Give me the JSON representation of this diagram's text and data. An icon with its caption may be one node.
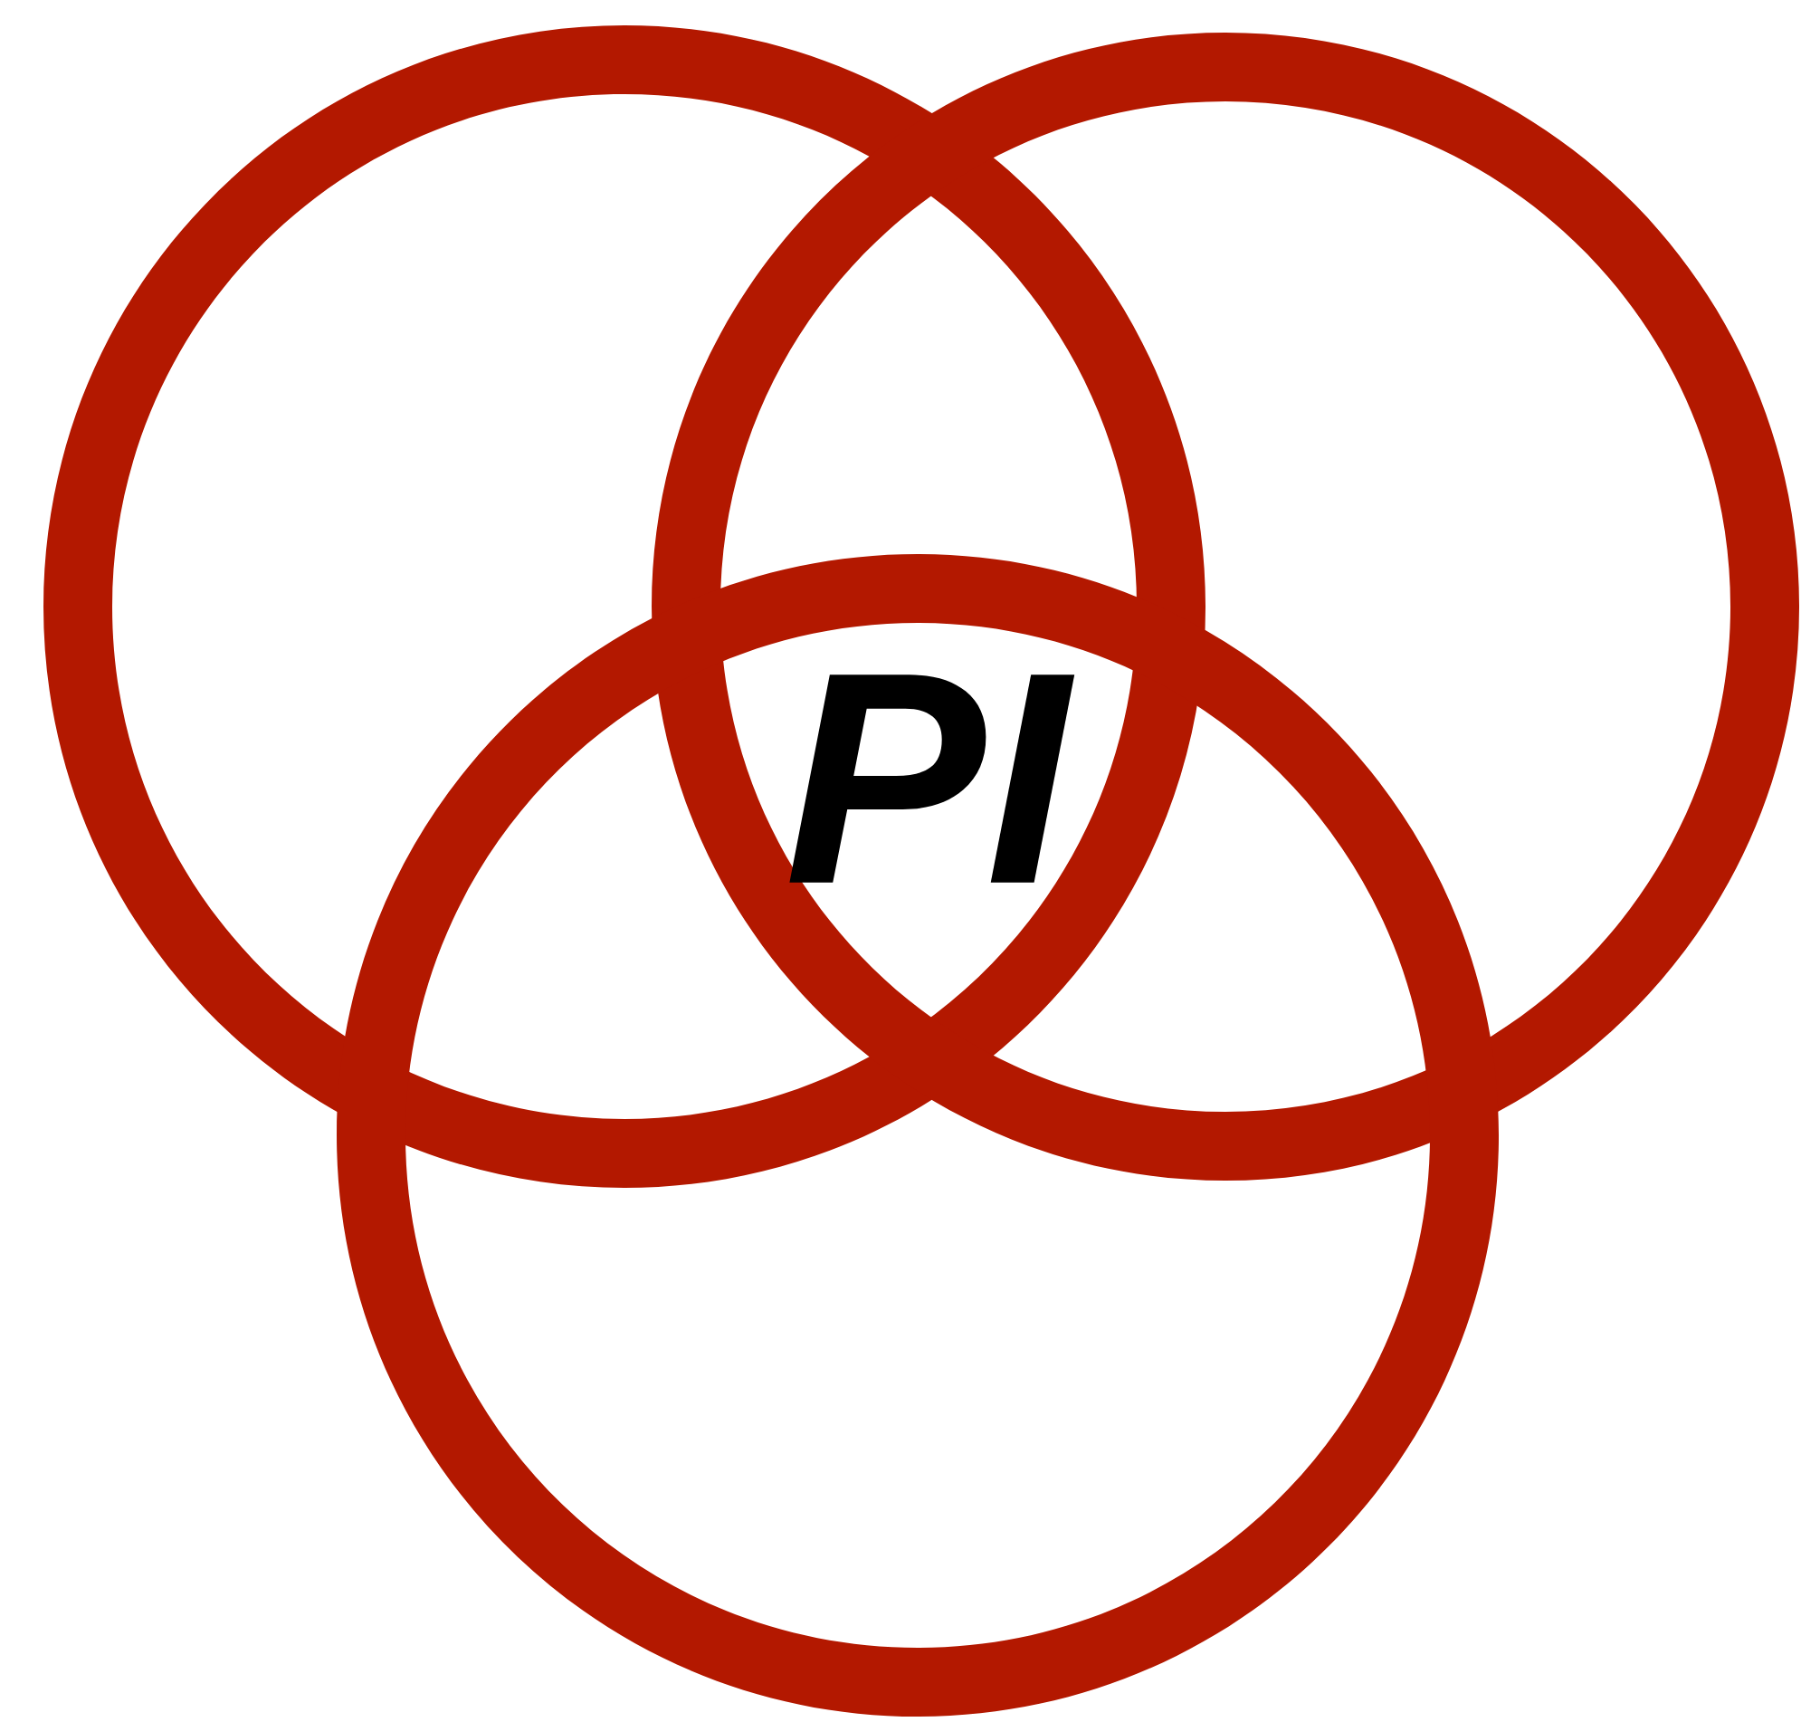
{
  "diagram": {
    "nodes": [
      {
        "text": [],
        "shape": "circle"
      },
      {
        "text": [],
        "shape": "circle"
      },
      {
        "text": [],
        "shape": "circle"
      }
    ],
    "labels": [
      "PI"
    ]
  }
}
